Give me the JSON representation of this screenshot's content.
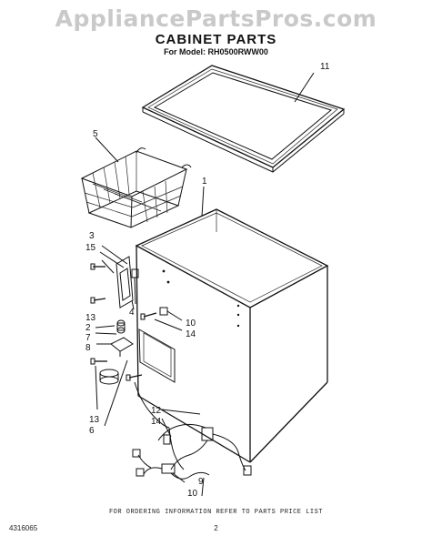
{
  "watermark": "AppliancePartsPros.com",
  "title": "CABINET PARTS",
  "model_line": "For Model: RH0500RWW00",
  "footer_note": "FOR ORDERING INFORMATION REFER TO PARTS PRICE LIST",
  "doc_code": "4316065",
  "page_number": "2",
  "callouts": {
    "c11": "11",
    "c5": "5",
    "c1": "1",
    "c3": "3",
    "c15": "15",
    "c4": "4",
    "c13a": "13",
    "c2": "2",
    "c7": "7",
    "c8": "8",
    "c10a": "10",
    "c14a": "14",
    "c13b": "13",
    "c6": "6",
    "c12": "12",
    "c14b": "14",
    "c9": "9",
    "c10b": "10"
  }
}
